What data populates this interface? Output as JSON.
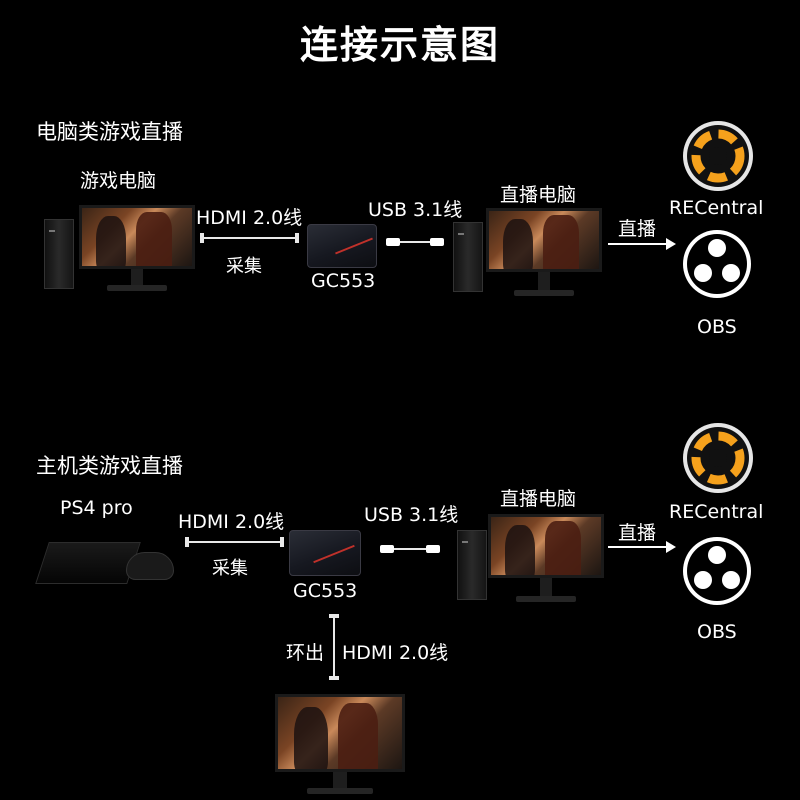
{
  "title": "连接示意图",
  "section1": {
    "heading": "电脑类游戏直播",
    "source_label": "游戏电脑",
    "hdmi_label": "HDMI 2.0线",
    "capture_label": "采集",
    "device_label": "GC553",
    "usb_label": "USB 3.1线",
    "target_label": "直播电脑",
    "live_label": "直播",
    "app1": "RECentral",
    "app2": "OBS"
  },
  "section2": {
    "heading": "主机类游戏直播",
    "source_label": "PS4 pro",
    "hdmi_label": "HDMI 2.0线",
    "capture_label": "采集",
    "device_label": "GC553",
    "usb_label": "USB 3.1线",
    "target_label": "直播电脑",
    "live_label": "直播",
    "app1": "RECentral",
    "app2": "OBS",
    "passthrough_label": "环出",
    "passthrough_cable": "HDMI 2.0线"
  },
  "colors": {
    "background": "#000000",
    "text": "#ffffff",
    "recentral_orange": "#f5a11c",
    "capture_accent": "#c0312a"
  },
  "icons": [
    "recentral-logo-icon",
    "obs-logo-icon",
    "gaming-pc-tower-icon",
    "monitor-icon",
    "capture-card-icon",
    "ps4-console-icon",
    "controller-icon"
  ]
}
